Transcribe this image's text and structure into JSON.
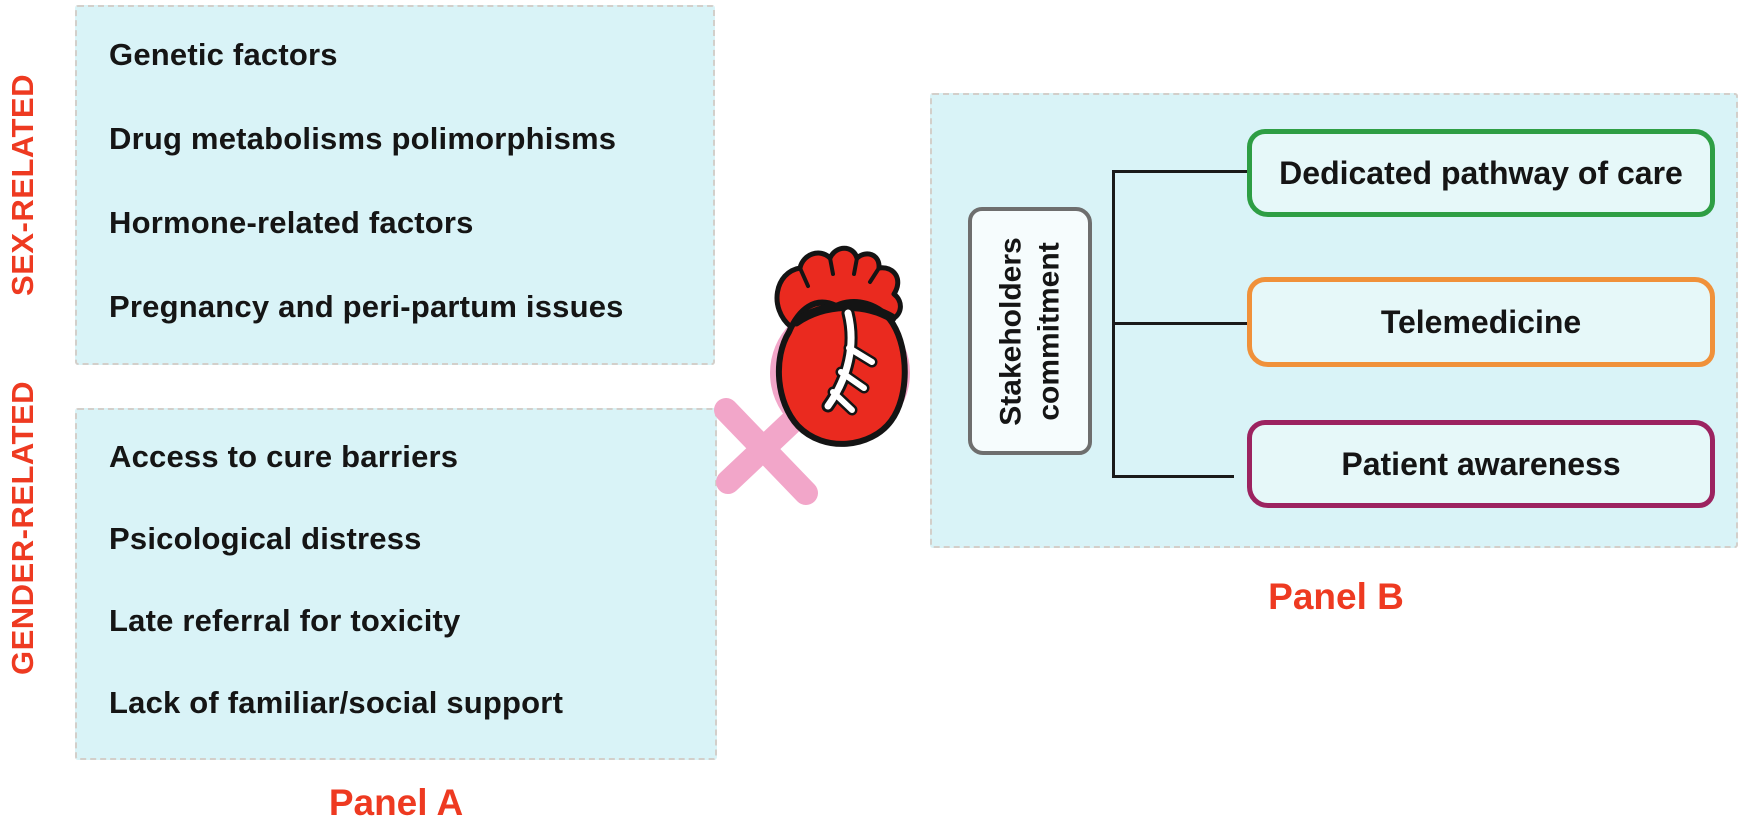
{
  "figure": {
    "panel_a": {
      "caption": "Panel A",
      "groups": [
        {
          "side_label": "SEX-RELATED",
          "items": [
            "Genetic factors",
            "Drug metabolisms polimorphisms",
            "Hormone-related factors",
            "Pregnancy and peri-partum issues"
          ]
        },
        {
          "side_label": "GENDER-RELATED",
          "items": [
            "Access to cure barriers",
            "Psicological distress",
            "Late referral for toxicity",
            "Lack of familiar/social support"
          ]
        }
      ]
    },
    "panel_b": {
      "caption": "Panel B",
      "source_box": "Stakeholders\ncommitment",
      "targets": [
        {
          "label": "Dedicated pathway of care",
          "border_color": "#2e9e44"
        },
        {
          "label": "Telemedicine",
          "border_color": "#f0913a"
        },
        {
          "label": "Patient awareness",
          "border_color": "#9c2360"
        }
      ]
    },
    "center_icon": "female-symbol-with-heart"
  },
  "colors": {
    "background": "#ffffff",
    "panel_fill": "#d9f3f7",
    "box_fill": "#e6f8f9",
    "panel_border": "#d3cfca",
    "accent_red": "#ee3a21",
    "text": "#151515",
    "connector": "#1a1a1a",
    "stakeholders_border": "#6e6e6e",
    "green": "#2e9e44",
    "orange": "#f0913a",
    "maroon": "#9c2360",
    "pink": "#f2a6c9",
    "heart_red": "#ea2a1f"
  }
}
